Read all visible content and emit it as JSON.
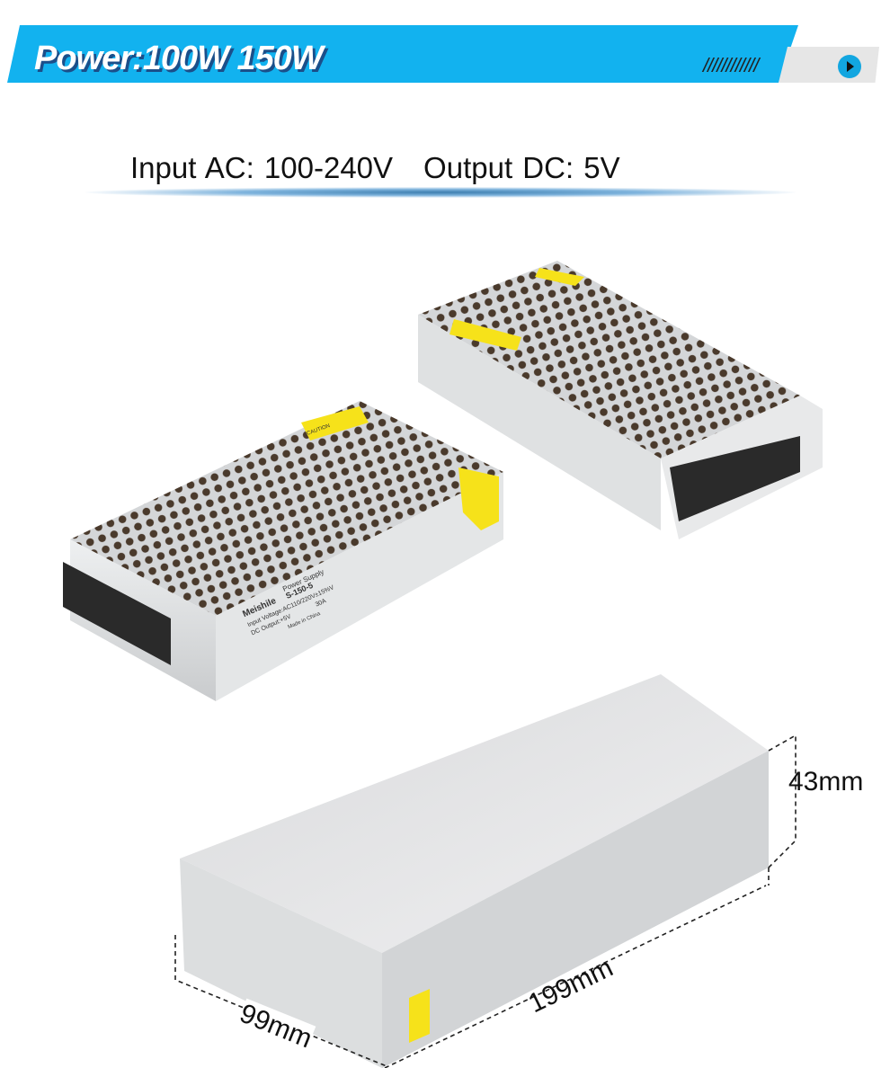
{
  "banner": {
    "title": "Power:100W  150W",
    "hatch": "////////////",
    "arrow_icon": "play-circle-icon",
    "color": "#12b2ef"
  },
  "specs": {
    "input": "Input AC: 100-240V",
    "output": "Output DC:  5V"
  },
  "product_label": {
    "brand": "Meishile",
    "type": "Power Supply",
    "model": "S-150-5",
    "input_voltage": "Input Voltage:AC110/220V±15%V",
    "dc_output": "DC Output:+5V",
    "current": "30A",
    "origin": "Made in China",
    "caution": "CAUTION"
  },
  "dimensions": {
    "height": "43mm",
    "length": "199mm",
    "width": "99mm"
  }
}
